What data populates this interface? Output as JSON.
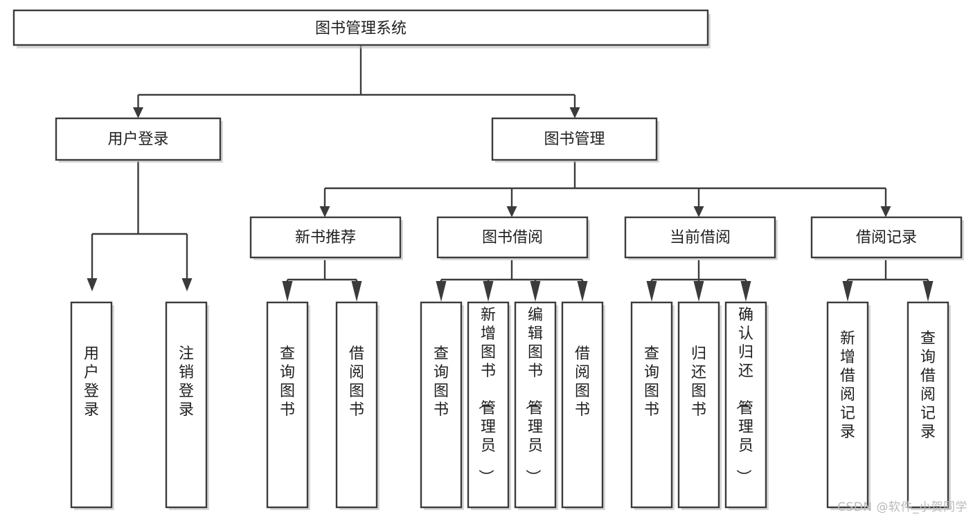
{
  "diagram": {
    "type": "tree-hierarchy",
    "title": "图书管理系统",
    "orientation": "top-down",
    "watermark": "CSDN @软件_小贺同学",
    "colors": {
      "box_stroke": "#3b3b3b",
      "box_fill": "#ffffff",
      "edge": "#3b3b3b",
      "text": "#1f1f1f",
      "watermark": "#b9b9b9",
      "background": "#ffffff"
    },
    "levels": [
      {
        "level": 0,
        "nodes": [
          {
            "id": "root",
            "label": "图书管理系统",
            "orientation": "horizontal"
          }
        ]
      },
      {
        "level": 1,
        "nodes": [
          {
            "id": "login",
            "label": "用户登录",
            "orientation": "horizontal",
            "parent": "root"
          },
          {
            "id": "bookmgmt",
            "label": "图书管理",
            "orientation": "horizontal",
            "parent": "root"
          }
        ]
      },
      {
        "level": 2,
        "nodes": [
          {
            "id": "newbook",
            "label": "新书推荐",
            "orientation": "horizontal",
            "parent": "bookmgmt"
          },
          {
            "id": "borrow",
            "label": "图书借阅",
            "orientation": "horizontal",
            "parent": "bookmgmt"
          },
          {
            "id": "current",
            "label": "当前借阅",
            "orientation": "horizontal",
            "parent": "bookmgmt"
          },
          {
            "id": "records",
            "label": "借阅记录",
            "orientation": "horizontal",
            "parent": "bookmgmt"
          }
        ]
      },
      {
        "level": 3,
        "nodes": [
          {
            "id": "leaf-1",
            "label": "用户登录",
            "orientation": "vertical",
            "parent": "login"
          },
          {
            "id": "leaf-2",
            "label": "注销登录",
            "orientation": "vertical",
            "parent": "login"
          },
          {
            "id": "leaf-3",
            "label": "查询图书",
            "orientation": "vertical",
            "parent": "newbook"
          },
          {
            "id": "leaf-4",
            "label": "借阅图书",
            "orientation": "vertical",
            "parent": "newbook"
          },
          {
            "id": "leaf-5",
            "label": "查询图书",
            "orientation": "vertical",
            "parent": "borrow"
          },
          {
            "id": "leaf-6",
            "label": "新增图书（管理员）",
            "orientation": "vertical",
            "parent": "borrow"
          },
          {
            "id": "leaf-7",
            "label": "编辑图书（管理员）",
            "orientation": "vertical",
            "parent": "borrow"
          },
          {
            "id": "leaf-8",
            "label": "借阅图书",
            "orientation": "vertical",
            "parent": "borrow"
          },
          {
            "id": "leaf-9",
            "label": "查询图书",
            "orientation": "vertical",
            "parent": "current"
          },
          {
            "id": "leaf-10",
            "label": "归还图书",
            "orientation": "vertical",
            "parent": "current"
          },
          {
            "id": "leaf-11",
            "label": "确认归还（管理员）",
            "orientation": "vertical",
            "parent": "current"
          },
          {
            "id": "leaf-12",
            "label": "新增借阅记录",
            "orientation": "vertical",
            "parent": "records"
          },
          {
            "id": "leaf-13",
            "label": "查询借阅记录",
            "orientation": "vertical",
            "parent": "records"
          }
        ]
      }
    ]
  }
}
